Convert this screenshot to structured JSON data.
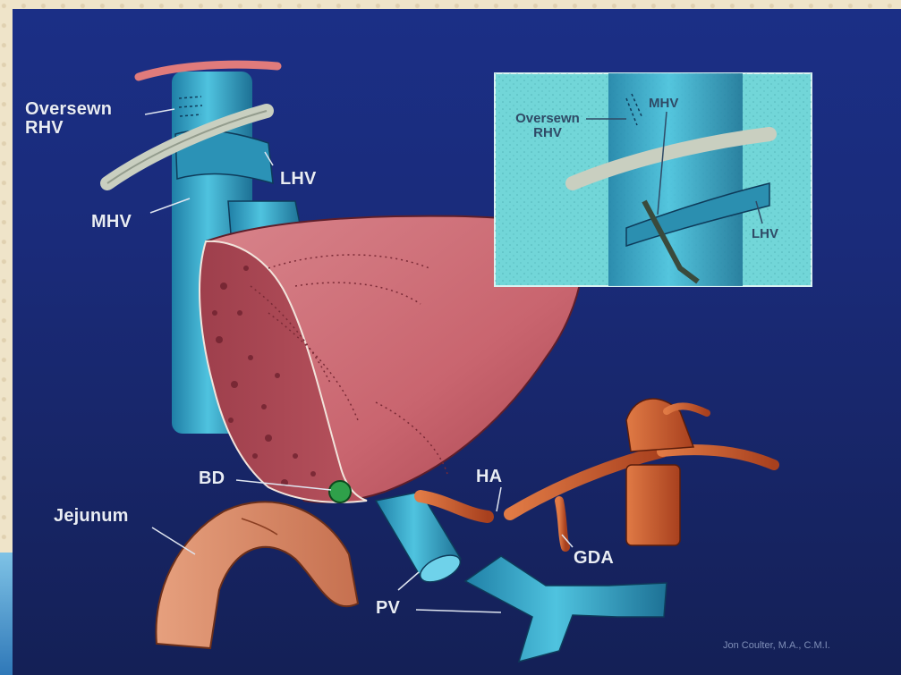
{
  "labels": {
    "oversewn_rhv": "Oversewn\nRHV",
    "lhv": "LHV",
    "mhv": "MHV",
    "bd": "BD",
    "jejunum": "Jejunum",
    "ha": "HA",
    "gda": "GDA",
    "pv": "PV"
  },
  "inset": {
    "oversewn_rhv": "Oversewn\nRHV",
    "mhv": "MHV",
    "lhv": "LHV"
  },
  "credit": "Jon Coulter, M.A., C.M.I.",
  "colors": {
    "background": "#1a2b7a",
    "liver": "#c9656f",
    "vessel": "#3aa8c8",
    "artery": "#c5532a",
    "jejunum": "#d98a6a",
    "inset_background": "#6fd3d6"
  }
}
